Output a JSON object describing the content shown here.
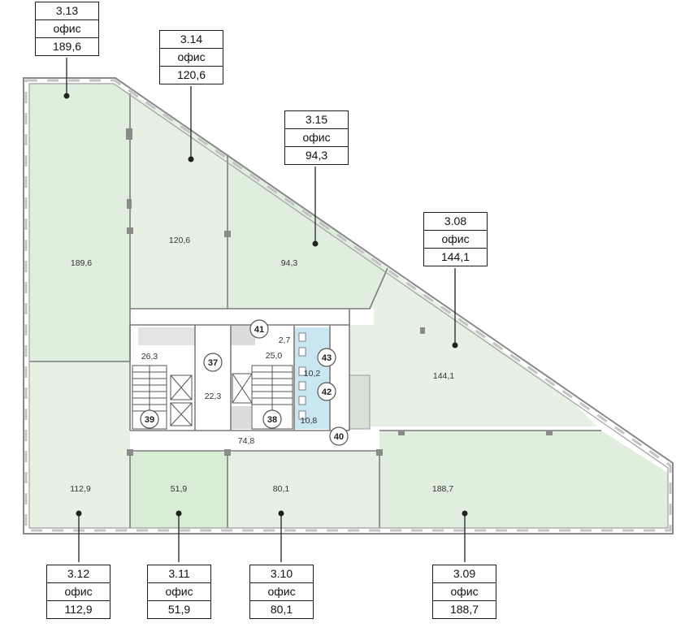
{
  "colors": {
    "office": "#dfeedd",
    "office_alt": "#e8f2e6",
    "core": "#ffffff",
    "wc": "#c9e7f1",
    "wall": "#7c7c7c",
    "marker": "#333333"
  },
  "rooms": [
    {
      "id": "3.13",
      "type": "офис",
      "area": "189,6"
    },
    {
      "id": "3.14",
      "type": "офис",
      "area": "120,6"
    },
    {
      "id": "3.15",
      "type": "офис",
      "area": "94,3"
    },
    {
      "id": "3.08",
      "type": "офис",
      "area": "144,1"
    },
    {
      "id": "3.12",
      "type": "офис",
      "area": "112,9"
    },
    {
      "id": "3.11",
      "type": "офис",
      "area": "51,9"
    },
    {
      "id": "3.10",
      "type": "офис",
      "area": "80,1"
    },
    {
      "id": "3.09",
      "type": "офис",
      "area": "188,7"
    }
  ],
  "core_areas": {
    "lobby": "26,3",
    "hall": "22,3",
    "hall2": "25,0",
    "shaft": "2,7",
    "wc1": "10,2",
    "wc2": "10,8",
    "corridor": "74,8"
  },
  "circles": {
    "c37": "37",
    "c38": "38",
    "c39": "39",
    "c40": "40",
    "c41": "41",
    "c42": "42",
    "c43": "43"
  }
}
